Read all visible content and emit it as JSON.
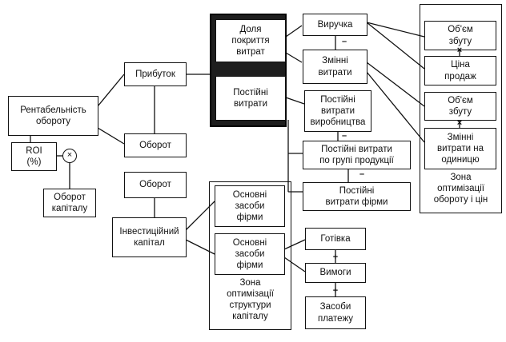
{
  "colors": {
    "ink": "#111111",
    "paper": "#ffffff",
    "highlight_frame": "#1e1e1e"
  },
  "nodes": {
    "rentabelnist": "Рентабельність\nобороту",
    "roi": "ROI\n(%)",
    "oborot_kapitalu": "Оборот\nкапіталу",
    "prybutok": "Прибуток",
    "oborot_1": "Оборот",
    "oborot_2": "Оборот",
    "investytsiinyi": "Інвестиційний\nкапітал",
    "dolia": "Доля\nпокриття\nвитрат",
    "postiini": "Постійні\nвитрати",
    "vyruchka": "Виручка",
    "zminni": "Змінні\nвитрати",
    "postiini_vyrobnytstva": "Постійні\nвитрати\nвиробництва",
    "postiini_grupa": "Постійні витрати\nпо групі продукції",
    "postiini_firmy": "Постійні\nвитрати фірми",
    "obiem_1": "Об'єм\nзбуту",
    "tsina": "Ціна\nпродаж",
    "obiem_2": "Об'єм\nзбуту",
    "zminni_na_odynytsiu": "Змінні\nвитрати на\nодиницю",
    "osnovni_1": "Основні\nзасоби\nфірми",
    "osnovni_2": "Основні\nзасоби\nфірми",
    "gotivka": "Готівка",
    "vymogy": "Вимоги",
    "zasoby_platezhu": "Засоби\nплатежу"
  },
  "captions": {
    "zona_oborotu": "Зона\nоптимізації\nобороту і цін",
    "zona_kapitalu": "Зона\nоптимізації\nструктури\nкапіталу"
  },
  "operators": {
    "multiply": "×",
    "minus": "–",
    "plus": "+"
  }
}
